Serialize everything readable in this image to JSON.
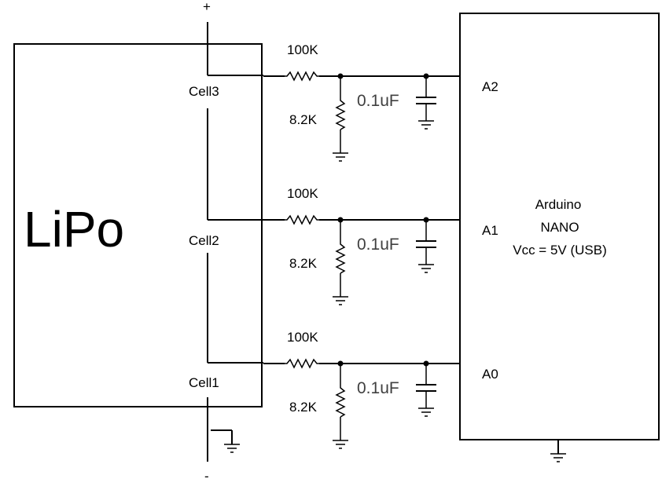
{
  "battery": {
    "label": "LiPo",
    "plus": "+",
    "minus": "-",
    "cells": [
      "Cell3",
      "Cell2",
      "Cell1"
    ]
  },
  "dividers": [
    {
      "r_top": "100K",
      "r_bottom": "8.2K",
      "cap": "0.1uF",
      "pin": "A2"
    },
    {
      "r_top": "100K",
      "r_bottom": "8.2K",
      "cap": "0.1uF",
      "pin": "A1"
    },
    {
      "r_top": "100K",
      "r_bottom": "8.2K",
      "cap": "0.1uF",
      "pin": "A0"
    }
  ],
  "arduino": {
    "line1": "Arduino",
    "line2": "NANO",
    "line3": "Vcc = 5V (USB)"
  }
}
